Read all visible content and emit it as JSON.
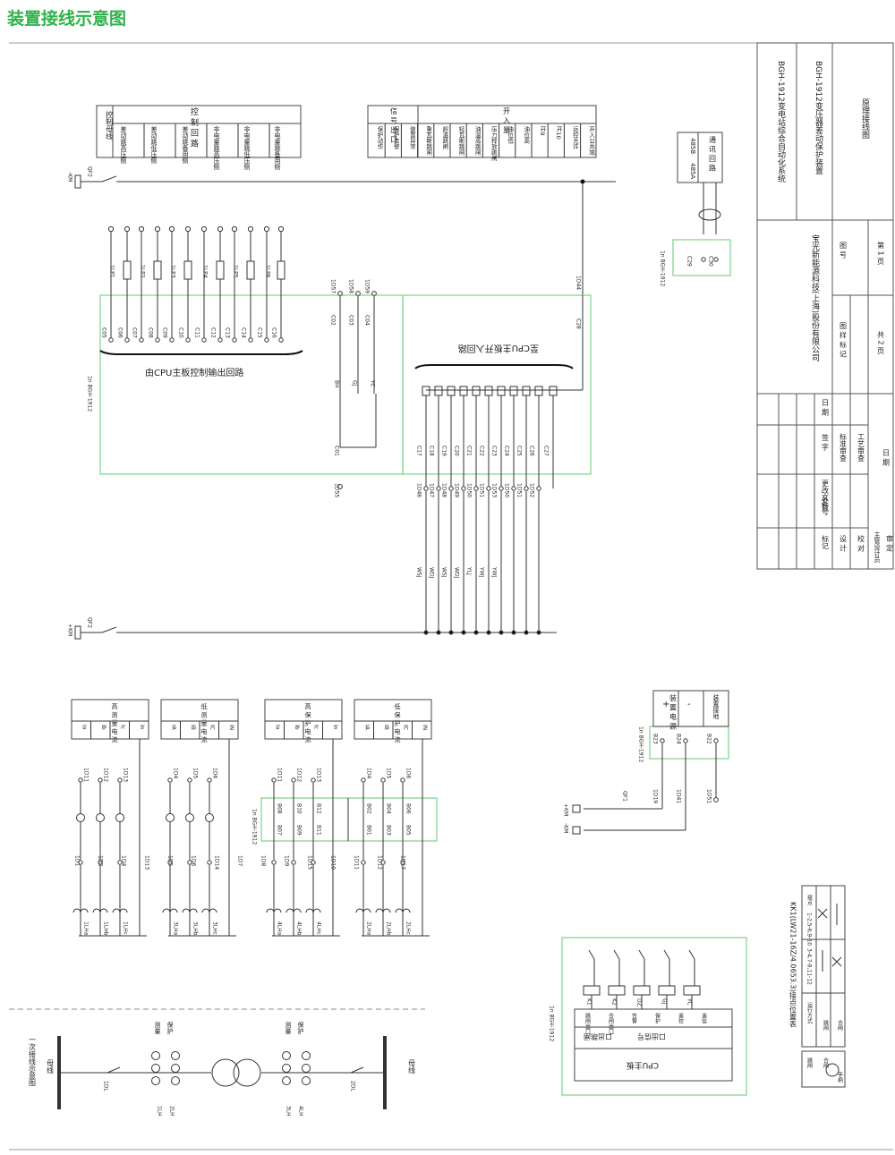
{
  "title": "装置接线示意图",
  "colors": {
    "title": "#2fb24a",
    "box": "#7fd08a",
    "line": "#333333"
  },
  "title_block": {
    "system": "BGH-1912变电站综合自动化系统",
    "device": "BGH-1912变压器差动保护装置",
    "drawing": "原理接线图",
    "company": "宝光新能源科技(上海)股份有限公司",
    "mark_label": "图 样 标 记",
    "drawing_no_label": "图  号",
    "total_pages": "共 2 页",
    "page_no": "第 1 页",
    "rev_headers": [
      "标记",
      "处数",
      "更改文件号",
      "签  字",
      "日 期"
    ],
    "signoff": [
      "设  计",
      "校  对",
      "主管设计员",
      "审  定"
    ],
    "std_review": "标准审查",
    "process_review": "工艺审查",
    "date_label": "日  期"
  },
  "control_table": {
    "group": "控 制 回 路",
    "bus_label": "控制母线",
    "cols": [
      "差动跳高压侧",
      "差动跳低压侧",
      "差动跳备用侧",
      "非电量跳高压侧",
      "非电量跳低压侧",
      "非电量跳备用侧"
    ]
  },
  "signal_table": {
    "group_signal": "信 号 出 口",
    "group_input": "开 入 量",
    "cols": [
      "保护动作",
      "保护告警",
      "装置异常",
      "重瓦斯跳闸",
      "超温跳闸",
      "轻瓦斯跳闸",
      "油温高跳闸",
      "压力释放跳闸",
      "油位低",
      "油位高",
      "开9",
      "开10",
      "远控允许",
      "开入公共端"
    ]
  },
  "comm_table": {
    "title": "通 讯 回 路",
    "cols": [
      "485A",
      "485B"
    ]
  },
  "labels": {
    "neg_km": "-KM",
    "pos_km": "+KM",
    "qf2": "QF2",
    "qf1": "QF1",
    "device_1n": "1n BGH-1912",
    "cpu_out": "由CPU主板控制输出回路",
    "cpu_in": "至CPU主板开入回路",
    "cpu_board": "CPU主板",
    "loop_a": "口出跳闸",
    "loop_b": "口出信号",
    "bh": "BH",
    "gj": "GJ",
    "yc": "YC",
    "one_line": "一次接线示意图",
    "bus": "母线",
    "measure": "测量",
    "protect": "保护",
    "1dl": "1DL",
    "2dl": "2DL",
    "kk_title": "KK1(LW21-16Z/4.0653.3)接点位置表",
    "kk_contacts": "接点",
    "kk_mode": "运行方式",
    "kk_trip": "跳闸",
    "kk_close": "合闸",
    "kk_manual": "手柄",
    "kk_c1": "1-2,5-6,9-10",
    "kk_c2": "3-4,7-8,11-12"
  },
  "lp": [
    "1LP1",
    "1LP2",
    "1LP3",
    "1LP4",
    "1LP5",
    "1LP6"
  ],
  "out_terms": [
    "C05",
    "C06",
    "C07",
    "C08",
    "C09",
    "C10",
    "C11",
    "C12",
    "C13",
    "C14",
    "C15",
    "C16"
  ],
  "sig_terms": [
    "1D57",
    "1D58",
    "1D59"
  ],
  "sig_c": [
    "C02",
    "C03",
    "C04"
  ],
  "in_terms": [
    "C17",
    "C18",
    "C19",
    "C20",
    "C21",
    "C22",
    "C23",
    "C24",
    "C25",
    "C26",
    "C27"
  ],
  "in_d": [
    "1D46",
    "1D47",
    "1D48",
    "1D49",
    "1D50",
    "1D51",
    "1D53",
    "1D50",
    "1D51",
    "1D52"
  ],
  "ext": [
    "WSJ",
    "WDJ",
    "WSJ",
    "WDJ",
    "YLJ",
    "YWJ",
    "YWJ"
  ],
  "ct_tables": [
    {
      "title": "高 测 量 电 流",
      "cols": [
        "Ia",
        "Ib",
        "Ic",
        "In"
      ]
    },
    {
      "title": "低 测 量 电 流",
      "cols": [
        "IA",
        "IB",
        "IC",
        "IN"
      ]
    },
    {
      "title": "高 保 护 电 流",
      "cols": [
        "Ia",
        "Ib",
        "Ic",
        "In"
      ]
    },
    {
      "title": "低 保 护 电 流",
      "cols": [
        "IA",
        "IB",
        "IC",
        "IN"
      ]
    }
  ],
  "power_table": {
    "plus": "+",
    "minus": "-",
    "power": "装 置 电 源",
    "ground": "装置接地"
  },
  "power_terms": [
    "B23",
    "B24",
    "B22"
  ],
  "power_d": [
    "1D19",
    "1D41",
    "1D51"
  ],
  "ct_lhs": [
    "1LHa",
    "1LHb",
    "1LHc",
    "3LHa",
    "3LHb",
    "3LHc",
    "4LHa",
    "4LHb",
    "4LHc",
    "2LHa",
    "2LHb",
    "2LHc"
  ],
  "ct_top": [
    "1D11",
    "1D12",
    "1D13",
    "1D4",
    "1D5",
    "1D6",
    "1D11",
    "1D12",
    "1D13",
    "1D4",
    "1D5",
    "1D6"
  ],
  "ct_bot": [
    "1D1",
    "1D2",
    "1D4",
    "1D13",
    "1D5",
    "1D6",
    "1D14",
    "1D7",
    "1D8",
    "1D9",
    "1D15",
    "1D10",
    "1D11",
    "1D12",
    "1D17"
  ],
  "b_terms": [
    "B08",
    "B10",
    "B12",
    "B02",
    "B04",
    "B06",
    "B07",
    "B09",
    "B11",
    "B01",
    "B03",
    "B05"
  ],
  "relays": [
    "K1",
    "K2",
    "DZ",
    "GJ",
    "YC"
  ],
  "relay_labels": [
    "跳闸出口",
    "合闸出口",
    "告警",
    "保护",
    "遥控",
    "遥信"
  ],
  "lh": [
    "1LH",
    "2LH",
    "3LH",
    "4LH"
  ],
  "comm_terms": [
    "C29",
    "C30"
  ],
  "c28": "C28",
  "c01": "C01",
  "d44": "1D44",
  "d55": "1D55"
}
